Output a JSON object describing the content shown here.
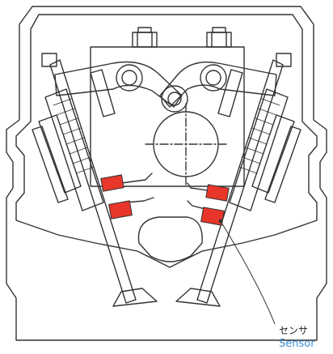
{
  "diagram": {
    "label_jp": "センサ",
    "label_en": "Sensor"
  },
  "colors": {
    "line": "#333333",
    "sensor_red": "#e8362b",
    "label_blue": "#3a8fd6",
    "background": "#ffffff"
  },
  "icons": {
    "leader": "leader-line"
  }
}
